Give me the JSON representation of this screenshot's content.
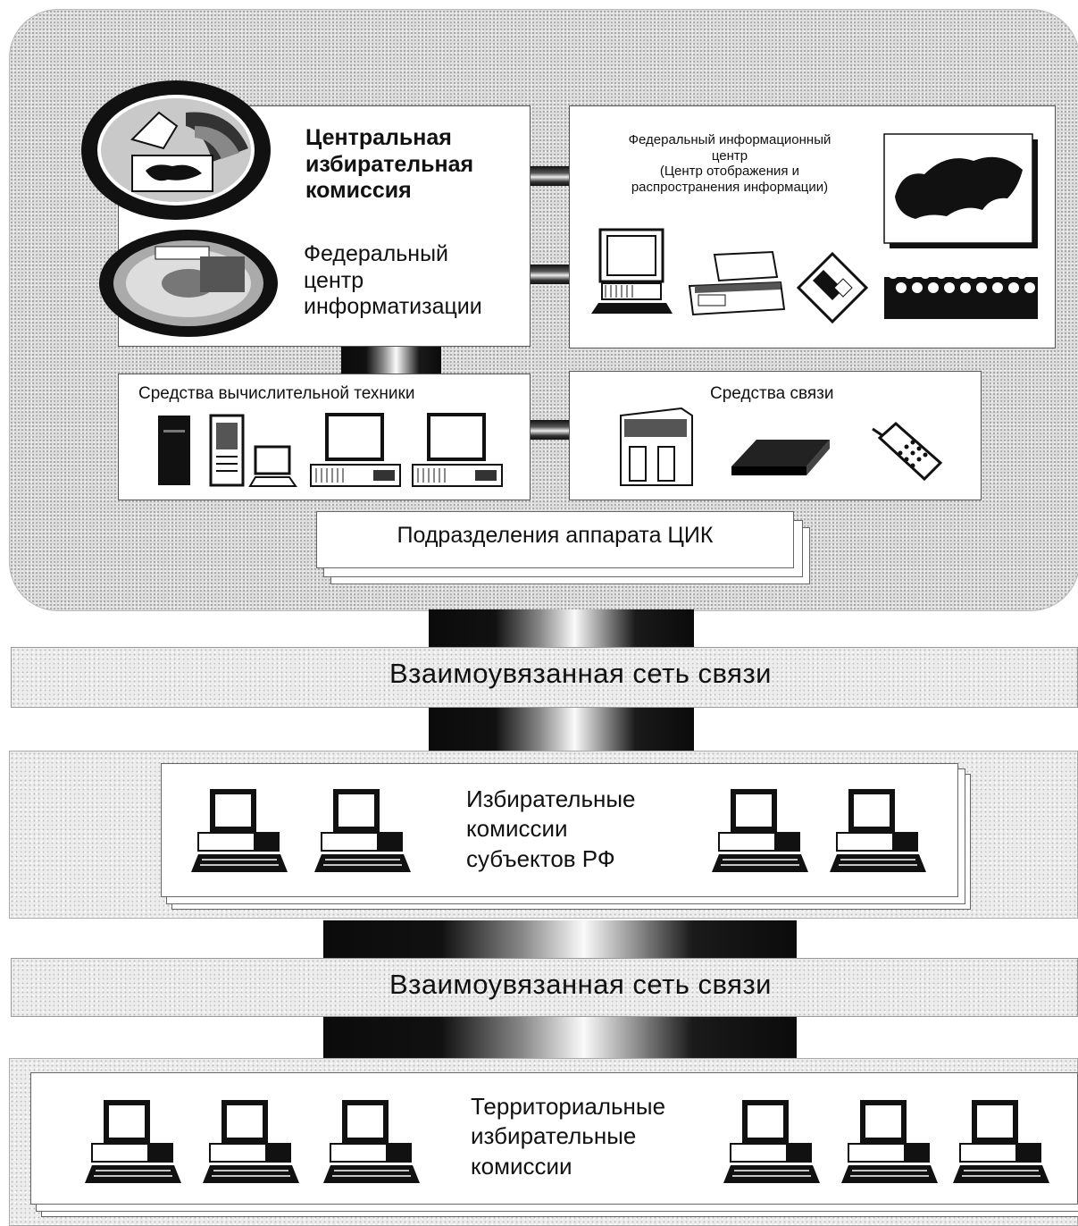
{
  "cik": {
    "title": "Центральная\nизбирательная\nкомиссия",
    "fci": "Федеральный\nцентр\nинформатизации"
  },
  "fic": {
    "title": "Федеральный информационный\nцентр\n(Центр отображения и\nраспространения информации)"
  },
  "computing": {
    "title": "Средства вычислительной техники"
  },
  "communication": {
    "title": "Средства связи"
  },
  "apparatus": {
    "label": "Подразделения аппарата ЦИК"
  },
  "network1": {
    "label": "Взаимоувязанная сеть связи"
  },
  "regional": {
    "label": "Избирательные\nкомиссии\nсубъектов РФ"
  },
  "network2": {
    "label": "Взаимоувязанная сеть связи"
  },
  "territorial": {
    "label": "Территориальные\nизбирательные\nкомиссии"
  },
  "icons": [
    "cik-emblem",
    "fci-emblem",
    "crt-monitor-icon",
    "printer-icon",
    "floppy-disk-icon",
    "russia-map-icon",
    "audience-icon",
    "server-tower-icon",
    "desktop-computer-icon",
    "switch-cabinet-icon",
    "modem-icon",
    "mobile-phone-icon"
  ]
}
